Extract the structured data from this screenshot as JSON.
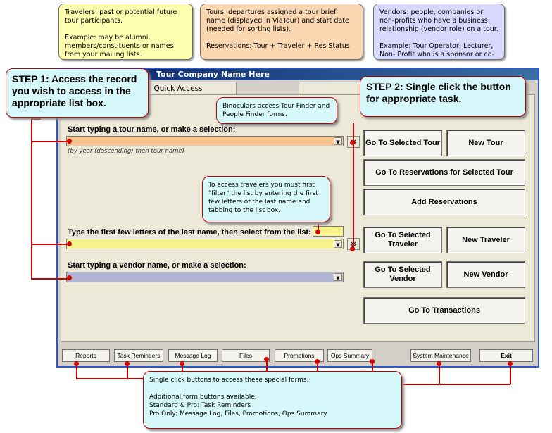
{
  "info_boxes": {
    "travelers": "Travelers: past or potential future tour participants.\n\nExample: may be alumni, members/constituents or names from your mailing lists.",
    "tours": "Tours: departures assigned a tour brief name (displayed in ViaTour) and start date (needed for sorting lists).\n\nReservations: Tour + Traveler + Res Status",
    "vendors": "Vendors: people, companies or non-profits who have a business relationship (vendor role) on a tour.\n\nExample: Tour Operator, Lecturer, Non- Profit who is a sponsor or co-"
  },
  "window": {
    "title": "Tour Company Name Here"
  },
  "tabs": {
    "quick_access": "Quick Access"
  },
  "labels": {
    "tour_label": "Start typing a tour name, or make a selection:",
    "tour_hint": "(by year (descending) then tour name)",
    "traveler_label": "Type the first few letters of the last name, then select from the list:",
    "vendor_label": "Start typing a vendor name, or make a selection:"
  },
  "buttons": {
    "go_tour": "Go To Selected Tour",
    "new_tour": "New Tour",
    "go_res": "Go To Reservations for Selected Tour",
    "add_res": "Add Reservations",
    "go_traveler": "Go To Selected\nTraveler",
    "new_traveler": "New Traveler",
    "go_vendor": "Go To Selected\nVendor",
    "new_vendor": "New Vendor",
    "go_transactions": "Go To Transactions"
  },
  "bottom_buttons": {
    "reports": "Reports",
    "task_reminders": "Task Reminders",
    "message_log": "Message Log",
    "files": "Files",
    "promotions": "Promotions",
    "ops_summary": "Ops Summary",
    "system_maintenance": "System Maintenance",
    "exit": "Exit"
  },
  "callouts": {
    "step1": "STEP 1: Access the record you wish to access in the appropriate list box.",
    "step2": "STEP 2: Single click the button for appropriate task.",
    "binoculars": "Binoculars access Tour Finder and People Finder forms.",
    "travelers_filter": "To access travelers you must first \"filter\" the list by entering the first few letters of the last name and tabbing to the list box.",
    "bottom": "Single click buttons to access these special forms.\n\nAdditional form buttons available:\nStandard & Pro: Task Reminders\nPro Only: Message Log, Files, Promotions, Ops Summary"
  },
  "colors": {
    "tour_combo": "#f9c58f",
    "traveler_combo": "#f6f48a",
    "vendor_combo": "#b4b4d4",
    "callout_bg": "#d6f8fa",
    "red": "#c00000"
  }
}
